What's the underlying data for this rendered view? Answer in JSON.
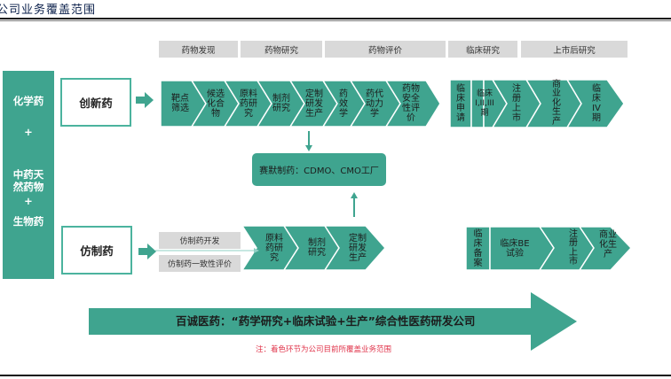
{
  "title": "公司业务覆盖范围",
  "stage_headers": [
    "药物发现",
    "药物研究",
    "药物评价",
    "临床研究",
    "上市后研究"
  ],
  "left_bar": {
    "items": [
      "化学药",
      "+",
      "中药天",
      "然药物",
      "+",
      "生物药"
    ]
  },
  "innovative": {
    "label": "创新药",
    "chevrons": [
      "靶点\n筛选",
      "候选\n化合\n物",
      "原料\n药研\n究",
      "制剂\n研究",
      "定制\n研发\n生产",
      "药\n效\n学",
      "药代\n动力\n学",
      "药物\n安全\n性评\n价"
    ],
    "clinical": [
      "临\n床\n申\n请",
      "临床\nI,II,III\n期"
    ],
    "post": [
      "注\n册\n上\n市",
      "商\n业\n化\n生\n产",
      "临\n床\nIV\n期"
    ]
  },
  "cdmo": {
    "label": "赛默制药：CDMO、CMO工厂"
  },
  "generic": {
    "label": "仿制药",
    "items": [
      "仿制药开发",
      "仿制药一致性评价"
    ],
    "chevrons": [
      "原料\n药研\n究",
      "制剂\n研究",
      "定制\n研发\n生产"
    ],
    "clinical": [
      "临\n床\n备\n案",
      "临床BE\n试验"
    ],
    "post": [
      "注\n册\n上\n市",
      "商业\n化生\n产"
    ]
  },
  "summary": {
    "label": "百诚医药：“药学研究+临床试验+生产”综合性医药研发公司",
    "note": "注：着色环节为公司目前所覆盖业务范围"
  },
  "colors": {
    "accent": "#3fa48f",
    "header_gray": "#d9d9d9",
    "note_red": "#e0334a"
  }
}
